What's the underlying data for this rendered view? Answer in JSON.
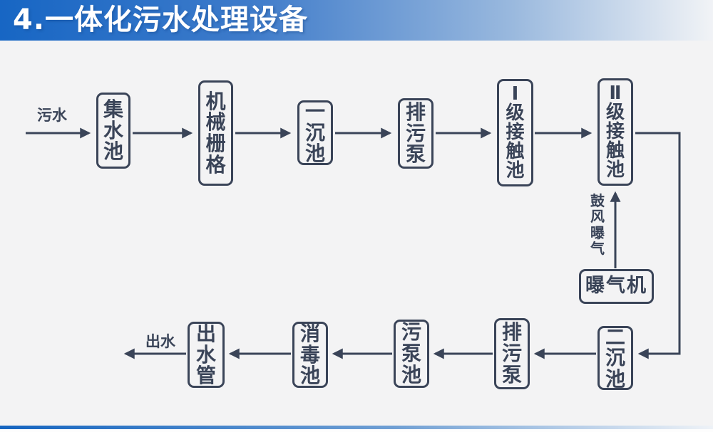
{
  "page": {
    "title": "4.一体化污水处理设备",
    "colors": {
      "header_blue": "#1766c4",
      "ink": "#3a4458",
      "background": "#f3f3f4",
      "accent_bar_blue": "#1565c0"
    }
  },
  "flow": {
    "input_label": "污水",
    "output_label": "出水",
    "aeration_label": "鼓\n风\n曝\n气",
    "nodes": {
      "collection_tank": "集\n水\n池",
      "mechanical_grid": "机\n械\n栅\n格",
      "primary_sedimentation_tank": "一\n沉\n池",
      "sewage_pump_top": "排\n污\n泵",
      "contact_tank_1": "Ⅰ\n级\n接\n触\n池",
      "contact_tank_2": "Ⅱ\n级\n接\n触\n池",
      "aerator": "曝气机",
      "secondary_sedimentation_tank": "二\n沉\n池",
      "sewage_pump_bottom": "排\n污\n泵",
      "sewage_pump_tank": "污\n泵\n池",
      "disinfection_tank": "消\n毒\n池",
      "outlet_pipe": "出\n水\n管"
    }
  }
}
